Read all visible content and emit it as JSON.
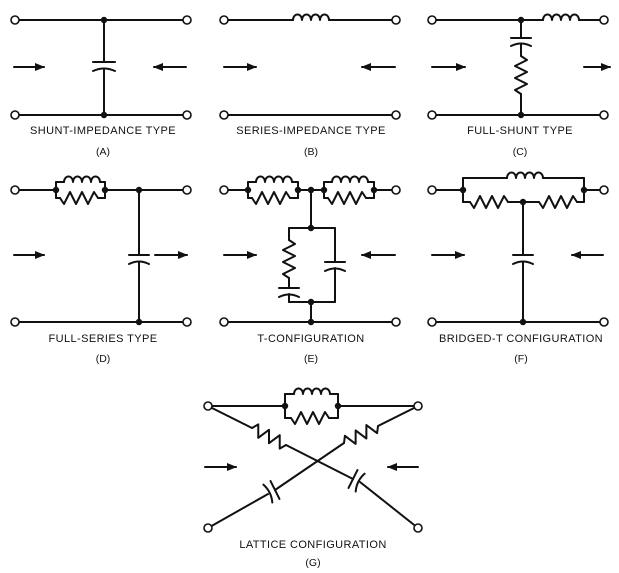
{
  "panels": [
    {
      "id": "A",
      "caption": "SHUNT-IMPEDANCE TYPE",
      "letter": "(A)"
    },
    {
      "id": "B",
      "caption": "SERIES-IMPEDANCE TYPE",
      "letter": "(B)"
    },
    {
      "id": "C",
      "caption": "FULL-SHUNT TYPE",
      "letter": "(C)"
    },
    {
      "id": "D",
      "caption": "FULL-SERIES TYPE",
      "letter": "(D)"
    },
    {
      "id": "E",
      "caption": "T-CONFIGURATION",
      "letter": "(E)"
    },
    {
      "id": "F",
      "caption": "BRIDGED-T CONFIGURATION",
      "letter": "(F)"
    },
    {
      "id": "G",
      "caption": "LATTICE CONFIGURATION",
      "letter": "(G)"
    }
  ]
}
